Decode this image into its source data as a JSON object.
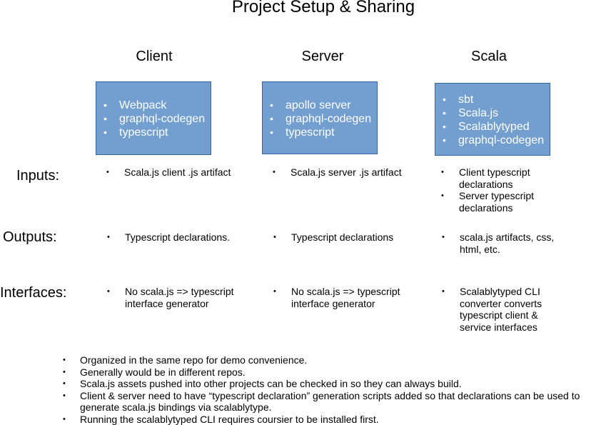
{
  "title": "Project Setup & Sharing",
  "columns": [
    {
      "heading": "Client",
      "tools": [
        "Webpack",
        "graphql-codegen",
        "typescript"
      ]
    },
    {
      "heading": "Server",
      "tools": [
        "apollo server",
        "graphql-codegen",
        "typescript"
      ]
    },
    {
      "heading": "Scala",
      "tools": [
        "sbt",
        "Scala.js",
        "Scalablytyped",
        "graphql-codegen"
      ]
    }
  ],
  "rows": [
    {
      "label": "Inputs:",
      "cells": [
        [
          "Scala.js client .js artifact"
        ],
        [
          "Scala.js server .js artifact"
        ],
        [
          "Client typescript declarations",
          "Server typescript declarations"
        ]
      ]
    },
    {
      "label": "Outputs:",
      "cells": [
        [
          "Typescript declarations."
        ],
        [
          "Typescript declarations"
        ],
        [
          "scala.js artifacts, css, html, etc."
        ]
      ]
    },
    {
      "label": "Interfaces:",
      "cells": [
        [
          "No scala.js => typescript interface generator"
        ],
        [
          "No scala.js => typescript interface generator"
        ],
        [
          "Scalablytyped CLI converter converts typescript client & service interfaces"
        ]
      ]
    }
  ],
  "notes": [
    "Organized in the same repo for demo convenience.",
    "Generally would be in different repos.",
    "Scala.js assets pushed into other projects can be checked in so they can always build.",
    "Client & server need to have “typescript declaration” generation scripts added so that declarations can be used to generate scala.js bindings via scalablytype.",
    "Running the scalablytyped CLI requires coursier to be installed first."
  ],
  "colors": {
    "box_fill": "#729fcf",
    "box_border": "#3465a4",
    "box_text": "#ffffff"
  }
}
